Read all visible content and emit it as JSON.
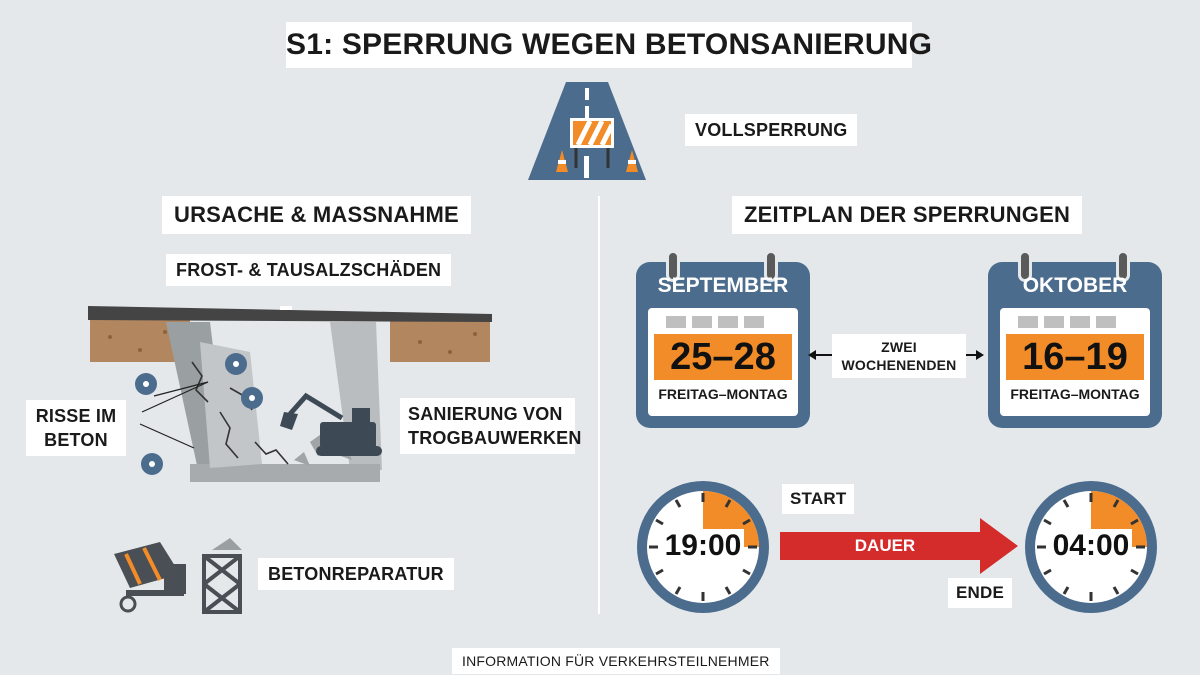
{
  "title": "S1: SPERRUNG WEGEN BETONSANIERUNG",
  "closure": {
    "label": "VOLLSPERRUNG",
    "icon": "road-barrier-icon"
  },
  "left": {
    "heading": "URSACHE & MASSNAHME",
    "cause": "FROST- & TAUSALZSCHÄDEN",
    "cracks": "RISSE IM BETON",
    "repair_site": "SANIERUNG VON TROGBAUWERKEN",
    "repair": "BETONREPARATUR"
  },
  "right": {
    "heading": "ZEITPLAN DER SPERRUNGEN",
    "calendars": [
      {
        "month": "SEPTEMBER",
        "dates": "25–28",
        "days": "FREITAG–MONTAG"
      },
      {
        "month": "OKTOBER",
        "dates": "16–19",
        "days": "FREITAG–MONTAG"
      }
    ],
    "between": "ZWEI WOCHENENDEN",
    "start_label": "START",
    "start_time": "19:00",
    "duration_label": "DAUER",
    "end_label": "ENDE",
    "end_time": "04:00"
  },
  "footer": "INFORMATION FÜR VERKEHRSTEILNEHMER",
  "colors": {
    "accent": "#f28c28",
    "blue": "#4c6c8e",
    "red": "#d42b2b",
    "background": "#e4e8ea"
  }
}
